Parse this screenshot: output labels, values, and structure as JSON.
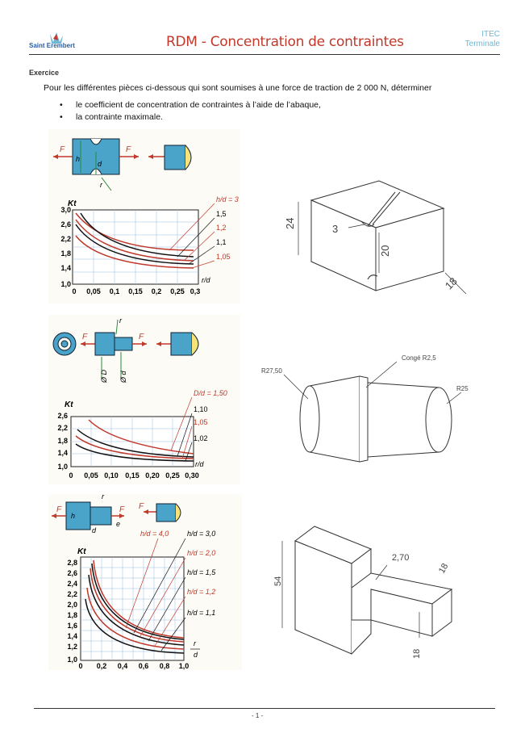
{
  "header": {
    "logo_text": "Saint Erembert",
    "title": "RDM - Concentration de contraintes",
    "tag1": "ITEC",
    "tag2": "Terminale"
  },
  "section": "Exercice",
  "intro": "Pour les différentes pièces ci-dessous qui sont soumises à une force de traction de 2 000 N, déterminer",
  "bullets": [
    "le coefficient de concentration de contraintes à l’aide de l’abaque,",
    "la contrainte maximale."
  ],
  "footer": {
    "page": "- 1 -"
  },
  "chart1": {
    "ylabel": "Kt",
    "xlabel": "r/d",
    "yticks": [
      "3,0",
      "2,6",
      "2,2",
      "1,8",
      "1,4",
      "1,0"
    ],
    "xticks": [
      "0",
      "0,05",
      "0,1",
      "0,15",
      "0,2",
      "0,25",
      "0,3"
    ],
    "legend": [
      "h/d = 3",
      "1,5",
      "1,2",
      "1,1",
      "1,05"
    ],
    "label_F": "F",
    "label_h": "h",
    "label_d": "d",
    "label_r": "r"
  },
  "chart2": {
    "ylabel": "Kt",
    "xlabel": "r/d",
    "yticks": [
      "2,6",
      "2,2",
      "1,8",
      "1,4",
      "1,0"
    ],
    "xticks": [
      "0",
      "0,05",
      "0,10",
      "0,15",
      "0,20",
      "0,25",
      "0,30"
    ],
    "legend": [
      "D/d = 1,50",
      "1,10",
      "1,05",
      "1,02"
    ],
    "label_F": "F",
    "label_D": "Ø D",
    "label_d": "Ø d",
    "label_r": "r"
  },
  "chart3": {
    "ylabel": "Kt",
    "xlabel_top": "r",
    "xlabel_bottom": "d",
    "yticks": [
      "2,8",
      "2,6",
      "2,4",
      "2,2",
      "2,0",
      "1,8",
      "1,6",
      "1,4",
      "1,2",
      "1,0"
    ],
    "xticks": [
      "0",
      "0,2",
      "0,4",
      "0,6",
      "0,8",
      "1,0"
    ],
    "legend_left": "h/d = 4,0",
    "legend": [
      "h/d = 3,0",
      "h/d = 2,0",
      "h/d = 1,5",
      "h/d = 1,2",
      "h/d = 1,1"
    ],
    "label_F": "F",
    "label_h": "h",
    "label_d": "d",
    "label_e": "e",
    "label_r": "r"
  },
  "part1": {
    "dim_height": "24",
    "dim_groove": "3",
    "dim_inner": "20",
    "dim_depth": "18"
  },
  "part2": {
    "label_r1": "R27,50",
    "label_conge": "Congé R2,5",
    "label_r2": "R25"
  },
  "part3": {
    "dim_height": "54",
    "dim_fillet": "2,70",
    "dim_width": "18",
    "dim_arm": "18"
  },
  "colors": {
    "red": "#c0392b",
    "accent": "#6fb7d4",
    "part_fill": "#4aa3c8"
  }
}
